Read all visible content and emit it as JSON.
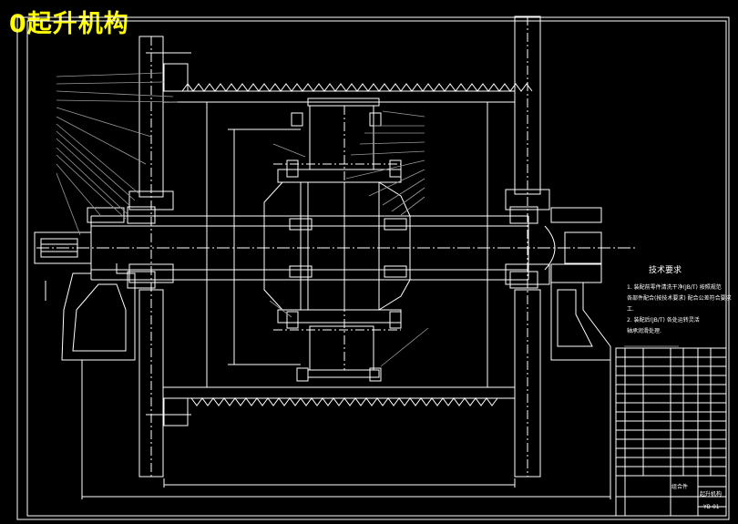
{
  "drawing": {
    "title": "0起升机构",
    "technical_requirements": {
      "heading": "技术要求",
      "notes": [
        "1. 装配前零件清洗干净(JB/T) 按照规范",
        "各部件配合(按技术要求) 配合公差符合要求",
        "工.",
        "2. 装配后(JB/T) 各处运转灵活",
        "轴承润滑处理."
      ]
    },
    "title_block": {
      "assembly_label": "组合件",
      "drawing_name": "起升机构",
      "drawing_code": "YB-01"
    },
    "colors": {
      "background": "#000000",
      "line": "#ffffff",
      "title": "#ffff00",
      "text": "#ffffff",
      "leader": "#9a9a9a"
    }
  }
}
